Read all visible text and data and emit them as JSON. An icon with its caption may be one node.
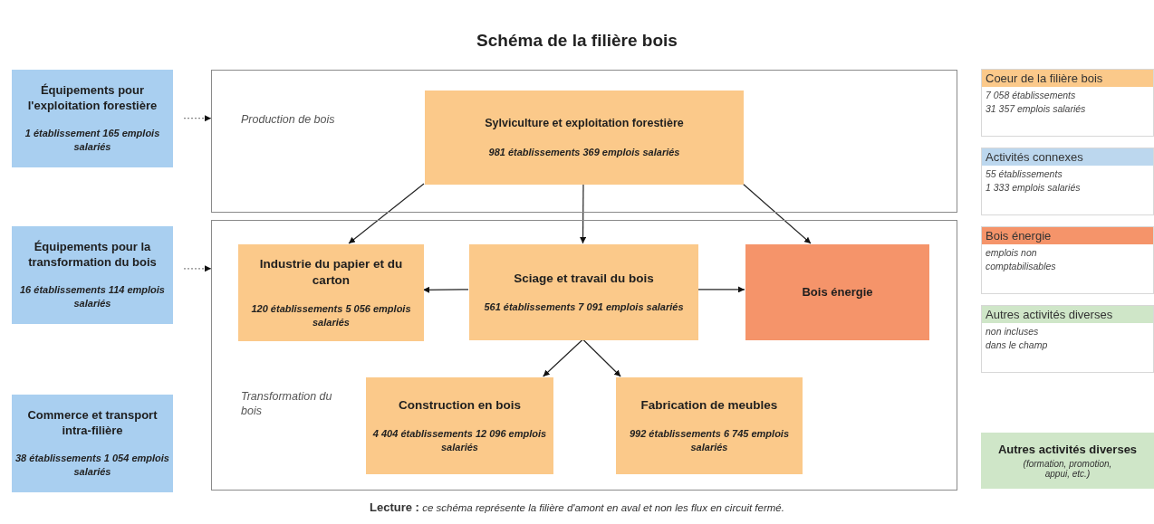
{
  "diagram": {
    "title": "Schéma de la filière bois",
    "nodes": [
      {
        "text": [
          "Équipements pour l'exploitation forestière",
          "1 établissement 165 emplois salariés"
        ]
      },
      {
        "text": [
          "Production de bois"
        ]
      },
      {
        "text": [
          "Sylviculture et exploitation forestière",
          "981 établissements 369 emplois salariés"
        ],
        "in": 1
      },
      {
        "text": [
          "Équipements pour la transformation du bois",
          "16 établissements 114 emplois salariés"
        ]
      },
      {
        "text": [
          "Transformation du bois"
        ]
      },
      {
        "text": [
          "Industrie du papier et du carton",
          "120 établissements 5 056 emplois salariés"
        ],
        "in": 4
      },
      {
        "text": [
          "Sciage et travail du bois",
          "561 établissements 7 091 emplois salariés"
        ],
        "in": 4
      },
      {
        "text": [
          "Bois énergie"
        ],
        "in": 4
      },
      {
        "text": [
          "Construction en bois",
          "4 404 établissements 12 096 emplois salariés"
        ],
        "in": 4
      },
      {
        "text": [
          "Fabrication de meubles",
          "992 établissements 6 745 emplois salariés"
        ],
        "in": 4
      },
      {
        "text": [
          "Commerce et transport intra-filière",
          "38 établissements 1 054 emplois salariés"
        ]
      },
      {
        "text": [
          "Coeur de la filière bois",
          "7 058 établissements",
          "31 357 emplois salariés"
        ]
      },
      {
        "text": [
          "Activités connexes",
          "55 établissements",
          "1 333 emplois salariés"
        ]
      },
      {
        "text": [
          "Bois énergie",
          "emplois non",
          "comptabilisables"
        ]
      },
      {
        "text": [
          "Autres activités diverses",
          "non incluses",
          "dans le champ"
        ]
      },
      {
        "text": [
          "Autres activités diverses",
          "(formation, promotion, appui, etc.)"
        ]
      }
    ],
    "edges": [
      {
        "from": 0,
        "to": 1,
        "arrow": "to",
        "style": "dashed",
        "color": "#888888"
      },
      {
        "from": 3,
        "to": 4,
        "arrow": "to",
        "style": "dashed",
        "color": "#888888"
      },
      {
        "from": 2,
        "to": 5,
        "arrow": "to"
      },
      {
        "from": 2,
        "to": 6,
        "arrow": "to"
      },
      {
        "from": 2,
        "to": 7,
        "arrow": "to"
      },
      {
        "from": 6,
        "to": 5,
        "arrow": "to"
      },
      {
        "from": 6,
        "to": 7,
        "arrow": "to"
      },
      {
        "from": 6,
        "to": 8,
        "arrow": "to"
      },
      {
        "from": 6,
        "to": 9,
        "arrow": "to"
      }
    ],
    "caption": "**Lecture :** *ce schéma représente la filière d'amont en aval et non les flux en circuit fermé.*"
  }
}
